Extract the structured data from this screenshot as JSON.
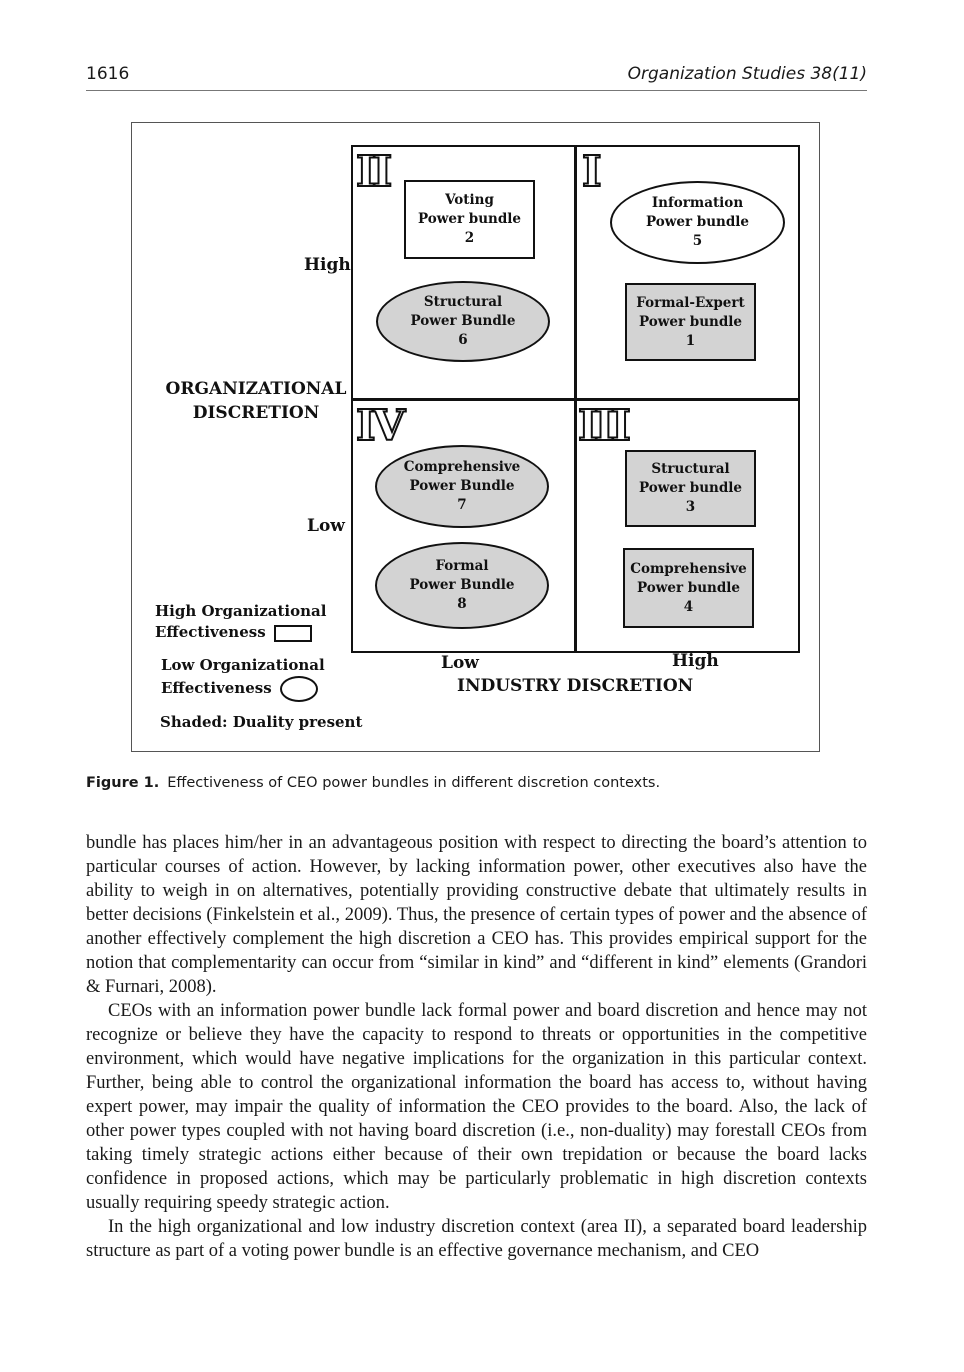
{
  "header": {
    "page_number": "1616",
    "journal": "Organization Studies 38(11)"
  },
  "figure": {
    "quadrants": [
      {
        "roman": "II",
        "bundles": [
          {
            "lines": [
              "Voting",
              "Power bundle",
              "2"
            ],
            "effectiveness": "high",
            "shaded": false
          },
          {
            "lines": [
              "Structural",
              "Power Bundle",
              "6"
            ],
            "effectiveness": "low",
            "shaded": true
          }
        ]
      },
      {
        "roman": "I",
        "bundles": [
          {
            "lines": [
              "Information",
              "Power bundle",
              "5"
            ],
            "effectiveness": "low",
            "shaded": false
          },
          {
            "lines": [
              "Formal-Expert",
              "Power bundle",
              "1"
            ],
            "effectiveness": "high",
            "shaded": true
          }
        ]
      },
      {
        "roman": "IV",
        "bundles": [
          {
            "lines": [
              "Comprehensive",
              "Power Bundle",
              "7"
            ],
            "effectiveness": "low",
            "shaded": true
          },
          {
            "lines": [
              "Formal",
              "Power Bundle",
              "8"
            ],
            "effectiveness": "low",
            "shaded": true
          }
        ]
      },
      {
        "roman": "III",
        "bundles": [
          {
            "lines": [
              "Structural",
              "Power bundle",
              "3"
            ],
            "effectiveness": "high",
            "shaded": true
          },
          {
            "lines": [
              "Comprehensive",
              "Power bundle",
              "4"
            ],
            "effectiveness": "high",
            "shaded": true
          }
        ]
      }
    ],
    "y_axis": {
      "title_line1": "ORGANIZATIONAL",
      "title_line2": "DISCRETION",
      "high": "High",
      "low": "Low"
    },
    "x_axis": {
      "title": "INDUSTRY DISCRETION",
      "low": "Low",
      "high": "High"
    },
    "legend": {
      "high_line1": "High Organizational",
      "high_line2": "Effectiveness",
      "low_line1": "Low Organizational",
      "low_line2": "Effectiveness",
      "shaded": "Shaded: Duality present"
    },
    "colors": {
      "shaded": "#d3d3d3",
      "border": "#111111"
    }
  },
  "caption": {
    "label": "Figure 1.",
    "text": "Effectiveness of CEO power bundles in different discretion contexts."
  },
  "paragraphs": [
    "bundle has places him/her in an advantageous position with respect to directing the board’s attention to particular courses of action. However, by lacking information power, other executives also have the ability to weigh in on alternatives, potentially providing constructive debate that ultimately results in better decisions (Finkelstein et al., 2009). Thus, the presence of certain types of power and the absence of another effectively complement the high discretion a CEO has. This provides empirical support for the notion that complementarity can occur from “similar in kind” and “different in kind” elements (Grandori & Furnari, 2008).",
    "CEOs with an information power bundle lack formal power and board discretion and hence may not recognize or believe they have the capacity to respond to threats or opportunities in the competitive environment, which would have negative implications for the organization in this particular context. Further, being able to control the organizational information the board has access to, without having expert power, may impair the quality of information the CEO provides to the board. Also, the lack of other power types coupled with not having board discretion (i.e., non-duality) may forestall CEOs from taking timely strategic actions either because of their own trepidation or because the board lacks confidence in proposed actions, which may be particularly problematic in high discretion contexts usually requiring speedy strategic action.",
    "In the high organizational and low industry discretion context (area II), a separated board leadership structure as part of a voting power bundle is an effective governance mechanism, and CEO"
  ]
}
